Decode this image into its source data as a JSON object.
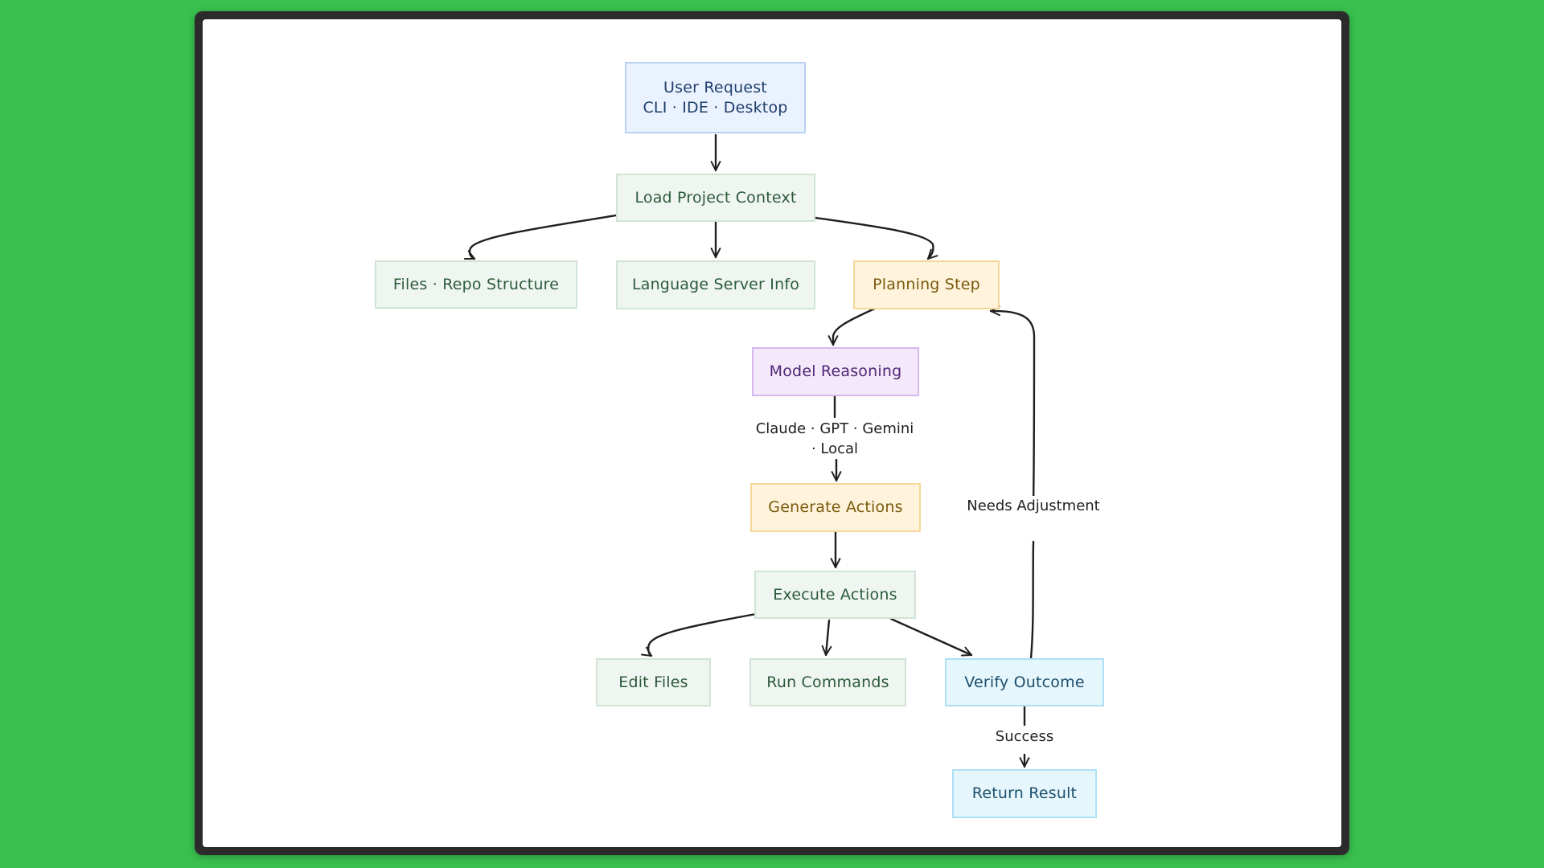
{
  "diagram": {
    "nodes": {
      "user_request": "User Request\nCLI · IDE · Desktop",
      "load_context": "Load Project Context",
      "files_repo": "Files · Repo Structure",
      "language_server": "Language Server Info",
      "planning_step": "Planning Step",
      "model_reasoning": "Model Reasoning",
      "generate_actions": "Generate Actions",
      "execute_actions": "Execute Actions",
      "edit_files": "Edit Files",
      "run_commands": "Run Commands",
      "verify_outcome": "Verify Outcome",
      "return_result": "Return Result"
    },
    "edge_labels": {
      "models": "Claude · GPT · Gemini\n· Local",
      "needs_adjustment": "Needs Adjustment",
      "success": "Success"
    },
    "colors": {
      "background": "#39c04f",
      "arrow": "#1f1f1f"
    }
  }
}
